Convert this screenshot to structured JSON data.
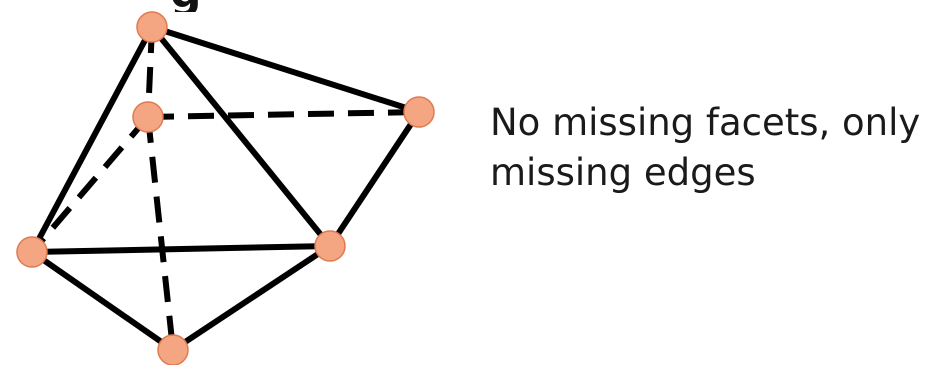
{
  "diagram": {
    "vertex_color": "#F4A582",
    "vertex_stroke": "#E07A50",
    "edge_color": "#000000",
    "caption": {
      "line1": "No missing facets, only",
      "line2": "missing edges"
    },
    "title_fragment": "g",
    "vertices": [
      "v-top",
      "v-mid-back",
      "v-right",
      "v-left",
      "v-front",
      "v-bottom"
    ],
    "edges_solid": [
      [
        "v-top",
        "v-right"
      ],
      [
        "v-top",
        "v-left"
      ],
      [
        "v-top",
        "v-front"
      ],
      [
        "v-right",
        "v-front"
      ],
      [
        "v-left",
        "v-front"
      ],
      [
        "v-left",
        "v-bottom"
      ],
      [
        "v-front",
        "v-bottom"
      ]
    ],
    "edges_dashed": [
      [
        "v-top",
        "v-mid-back"
      ],
      [
        "v-mid-back",
        "v-right"
      ],
      [
        "v-mid-back",
        "v-left"
      ],
      [
        "v-mid-back",
        "v-bottom"
      ]
    ]
  }
}
